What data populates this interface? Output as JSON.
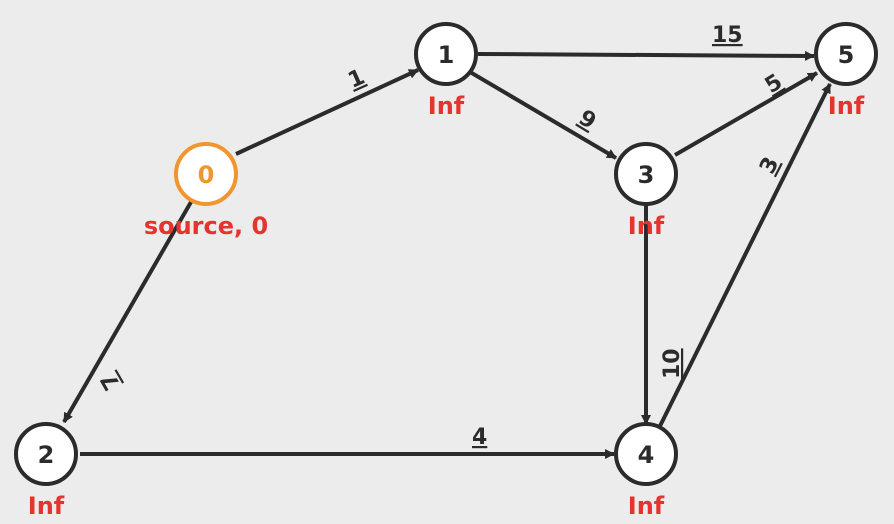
{
  "graph": {
    "colors": {
      "background": "#ececec",
      "node_stroke": "#2b2b2b",
      "source_stroke": "#f0952f",
      "distance_text": "#e8322e",
      "edge": "#2b2b2b"
    },
    "nodes": [
      {
        "id": "0",
        "label": "0",
        "distance": "source, 0",
        "is_source": true
      },
      {
        "id": "1",
        "label": "1",
        "distance": "Inf",
        "is_source": false
      },
      {
        "id": "2",
        "label": "2",
        "distance": "Inf",
        "is_source": false
      },
      {
        "id": "3",
        "label": "3",
        "distance": "Inf",
        "is_source": false
      },
      {
        "id": "4",
        "label": "4",
        "distance": "Inf",
        "is_source": false
      },
      {
        "id": "5",
        "label": "5",
        "distance": "Inf",
        "is_source": false
      }
    ],
    "edges": [
      {
        "from": "0",
        "to": "1",
        "weight": "1"
      },
      {
        "from": "0",
        "to": "2",
        "weight": "7"
      },
      {
        "from": "1",
        "to": "3",
        "weight": "9"
      },
      {
        "from": "1",
        "to": "5",
        "weight": "15"
      },
      {
        "from": "2",
        "to": "4",
        "weight": "4"
      },
      {
        "from": "3",
        "to": "4",
        "weight": "10"
      },
      {
        "from": "3",
        "to": "5",
        "weight": "5"
      },
      {
        "from": "4",
        "to": "5",
        "weight": "3"
      }
    ]
  }
}
